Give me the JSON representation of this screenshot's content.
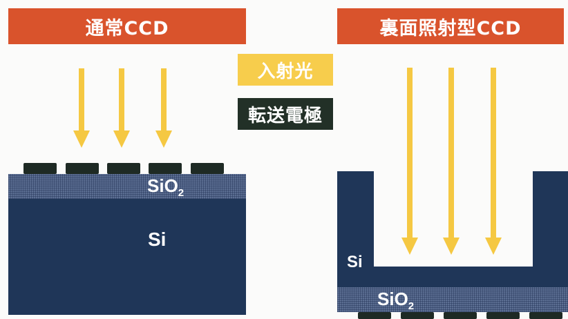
{
  "left_panel": {
    "title": "通常CCD",
    "oxide_label": "SiO",
    "oxide_sub": "2",
    "si_label": "Si"
  },
  "right_panel": {
    "title": "裏面照射型CCD",
    "oxide_label": "SiO",
    "oxide_sub": "2",
    "si_label": "Si"
  },
  "legend": {
    "incident_light": "入射光",
    "transfer_electrode": "転送電極"
  },
  "colors": {
    "banner": "#d9532c",
    "light": "#f5c842",
    "silicon": "#1f3658",
    "oxide": "#5c6f93",
    "electrode": "#1e2a24"
  }
}
